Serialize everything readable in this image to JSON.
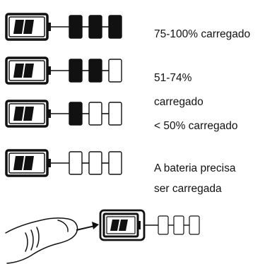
{
  "colors": {
    "ink": "#111111",
    "paper": "#ffffff"
  },
  "indicators": [
    {
      "label": "75-100% carregado",
      "level": 3,
      "segments": 3
    },
    {
      "label_lines": [
        "51-74%",
        "carregado"
      ],
      "level": 2,
      "segments": 3
    },
    {
      "label": "< 50% carregado",
      "level": 1,
      "segments": 3
    },
    {
      "label_lines": [
        "A bateria precisa",
        "ser carregada"
      ],
      "level": 0,
      "segments": 3
    }
  ],
  "check": {
    "level": 0,
    "segments": 3
  },
  "icons": [
    "battery-icon",
    "finger-press-icon",
    "arrow-icon"
  ]
}
